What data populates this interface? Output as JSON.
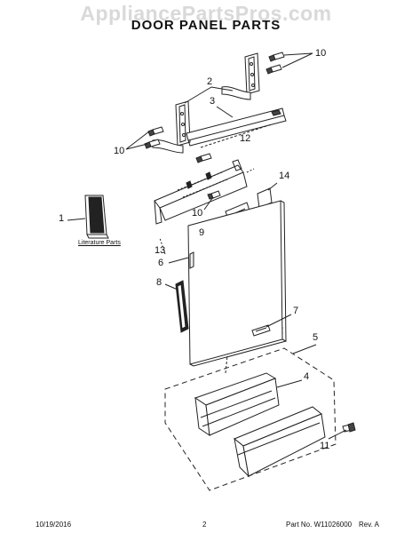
{
  "watermark": "AppliancePartsPros.com",
  "title": "DOOR PANEL PARTS",
  "callouts": {
    "c1": "1",
    "c2": "2",
    "c3": "3",
    "c4": "4",
    "c5": "5",
    "c6": "6",
    "c7": "7",
    "c8": "8",
    "c9": "9",
    "c10_top_right": "10",
    "c10_left": "10",
    "c10_center": "10",
    "c11": "11",
    "c12": "12",
    "c13": "13",
    "c14": "14"
  },
  "literature_label": "Literature Parts",
  "footer": {
    "date": "10/19/2016",
    "page_number": "2",
    "part_no": "Part No. W11026000",
    "revision": "Rev. A"
  },
  "icons": [
    "screw-icon",
    "hinge-bracket-icon",
    "door-panel-icon",
    "toe-panel-icon",
    "literature-book-icon"
  ]
}
